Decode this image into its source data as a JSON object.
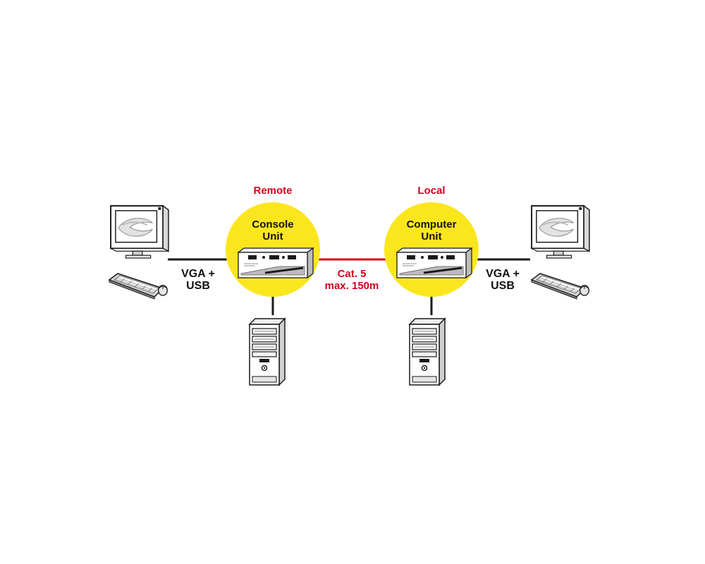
{
  "colors": {
    "link_red": "#d9001b",
    "link_black": "#1a1a1a",
    "unit_yellow": "#fbe61e",
    "label_red": "#d2001e"
  },
  "remote": {
    "heading": "Remote",
    "unit_line1": "Console",
    "unit_line2": "Unit",
    "cable_line1": "VGA +",
    "cable_line2": "USB"
  },
  "local": {
    "heading": "Local",
    "unit_line1": "Computer",
    "unit_line2": "Unit",
    "cable_line1": "VGA +",
    "cable_line2": "USB"
  },
  "link": {
    "line1": "Cat. 5",
    "line2": "max. 150m"
  },
  "icons": {
    "monitor": "monitor-icon",
    "keyboard": "keyboard-icon",
    "mouse": "mouse-icon",
    "tower": "pc-tower-icon",
    "extender": "kvm-extender-box-icon"
  }
}
